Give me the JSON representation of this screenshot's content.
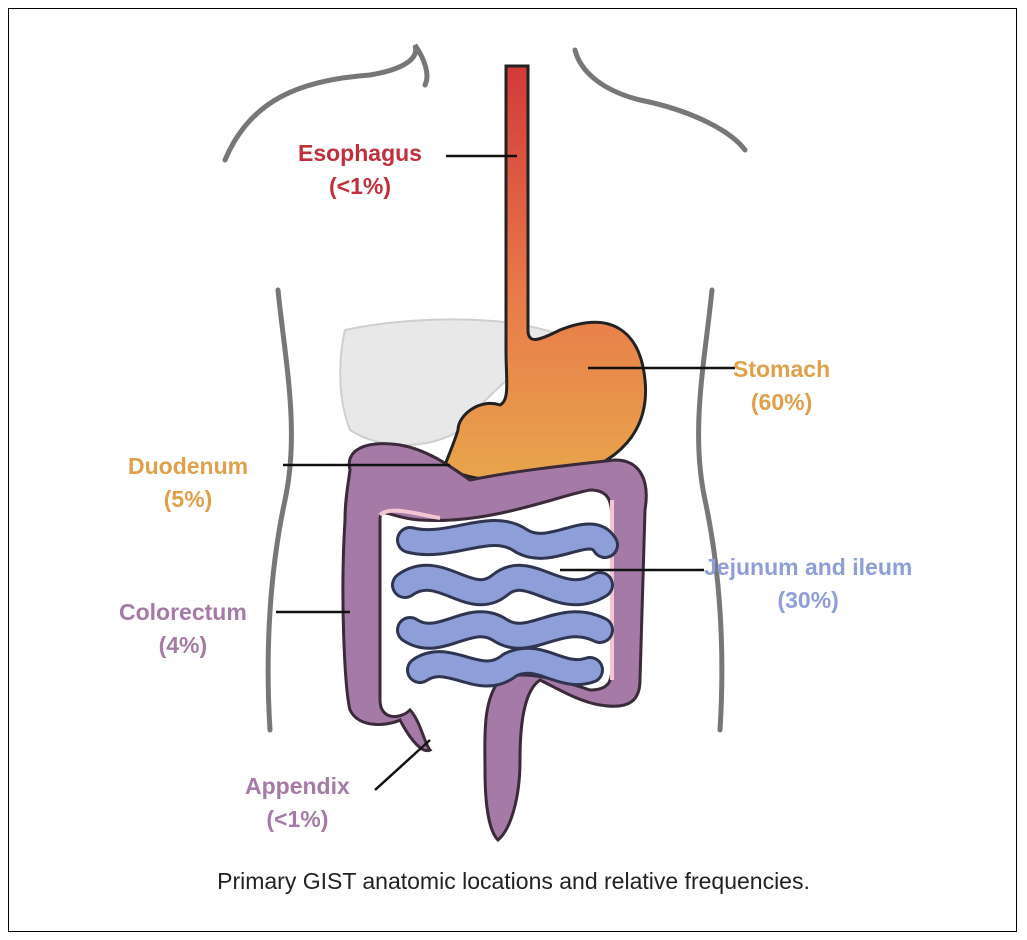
{
  "figure": {
    "caption": "Primary GIST anatomic locations and relative frequencies.",
    "colors": {
      "esophagus": "#d23a3a",
      "stomach": "#e3a24a",
      "duodenum": "#e3a24a",
      "small_intestine": "#8b9bd6",
      "colon": "#a07ea6",
      "liver": "#e6e6e6",
      "body_outline": "#777777"
    },
    "locations": [
      {
        "name": "Esophagus",
        "pct": "(<1%)",
        "color": "#c0303a"
      },
      {
        "name": "Stomach",
        "pct": "(60%)",
        "color": "#e0a04a"
      },
      {
        "name": "Duodenum",
        "pct": "(5%)",
        "color": "#e0a04a"
      },
      {
        "name": "Jejunum and ileum",
        "pct": "(30%)",
        "color": "#8e9ed8"
      },
      {
        "name": "Colorectum",
        "pct": "(4%)",
        "color": "#a57aa6"
      },
      {
        "name": "Appendix",
        "pct": "(<1%)",
        "color": "#a57aa6"
      }
    ]
  }
}
